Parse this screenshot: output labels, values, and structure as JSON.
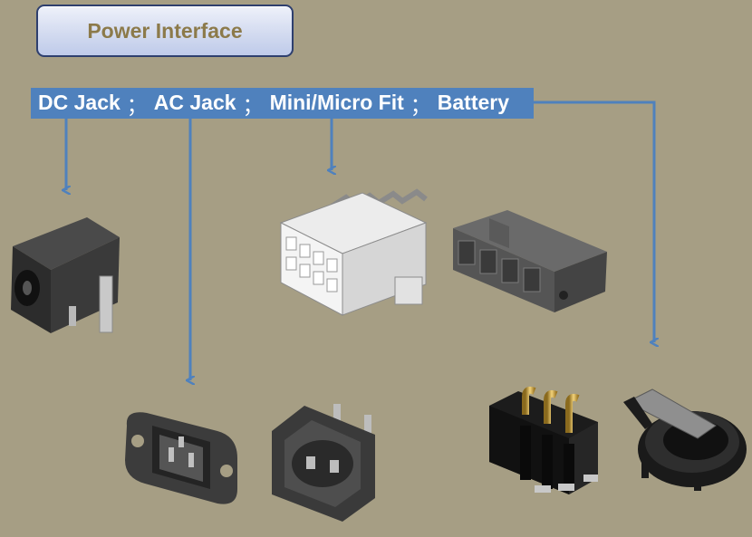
{
  "title": "Power Interface",
  "categories": [
    {
      "label": "DC Jack"
    },
    {
      "label": "AC Jack"
    },
    {
      "label": "Mini/Micro Fit"
    },
    {
      "label": "Battery"
    }
  ],
  "separator": "；",
  "colors": {
    "background": "#a69e84",
    "accent": "#4f81bd",
    "title_text": "#8c7a4a"
  }
}
